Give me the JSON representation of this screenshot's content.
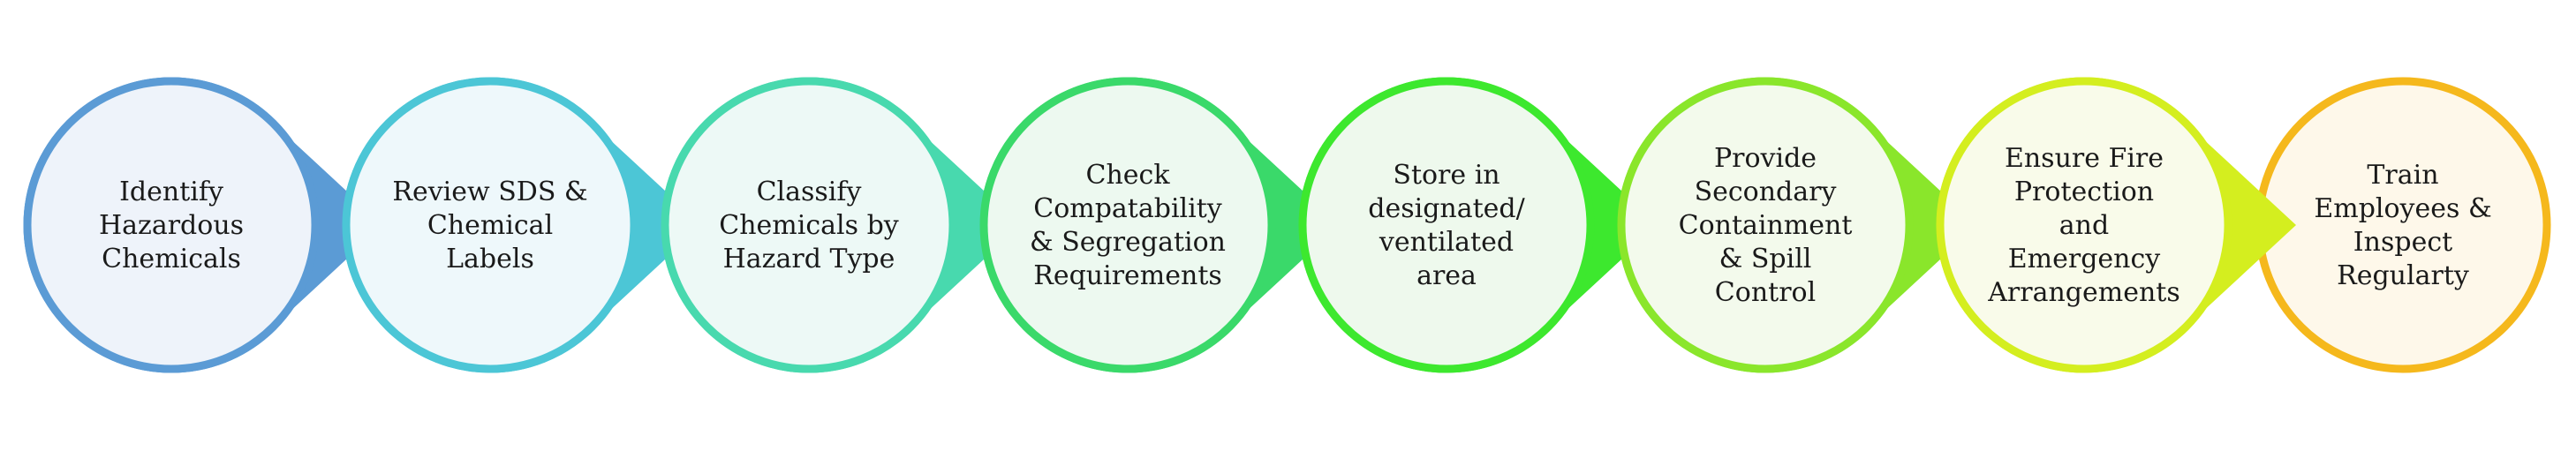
{
  "steps": [
    {
      "lines": [
        "Identify",
        "Hazardous",
        "Chemicals"
      ],
      "ring_color": "#5B9BD5",
      "fill_color": "#EEF3FA"
    },
    {
      "lines": [
        "Review SDS &",
        "Chemical",
        "Labels"
      ],
      "ring_color": "#4CC6D6",
      "fill_color": "#EEF8FB"
    },
    {
      "lines": [
        "Classify",
        "Chemicals by",
        "Hazard Type"
      ],
      "ring_color": "#48D9AE",
      "fill_color": "#EDF9F6"
    },
    {
      "lines": [
        "Check",
        "Compatability",
        "& Segregation",
        "Requirements"
      ],
      "ring_color": "#3AD96A",
      "fill_color": "#EDF9F0"
    },
    {
      "lines": [
        "Store in",
        "designated/",
        "ventilated",
        "area"
      ],
      "ring_color": "#3DE82E",
      "fill_color": "#EEF9ED"
    },
    {
      "lines": [
        "Provide",
        "Secondary",
        "Containment",
        "& Spill",
        "Control"
      ],
      "ring_color": "#8AE62B",
      "fill_color": "#F3FAEC"
    },
    {
      "lines": [
        "Ensure Fire",
        "Protection",
        "and",
        "Emergency",
        "Arrangements"
      ],
      "ring_color": "#D4EE1F",
      "fill_color": "#F9FBEA"
    },
    {
      "lines": [
        "Train",
        "Employees &",
        "Inspect",
        "Regularty"
      ],
      "ring_color": "#F5B81C",
      "fill_color": "#FEF8EA"
    }
  ]
}
